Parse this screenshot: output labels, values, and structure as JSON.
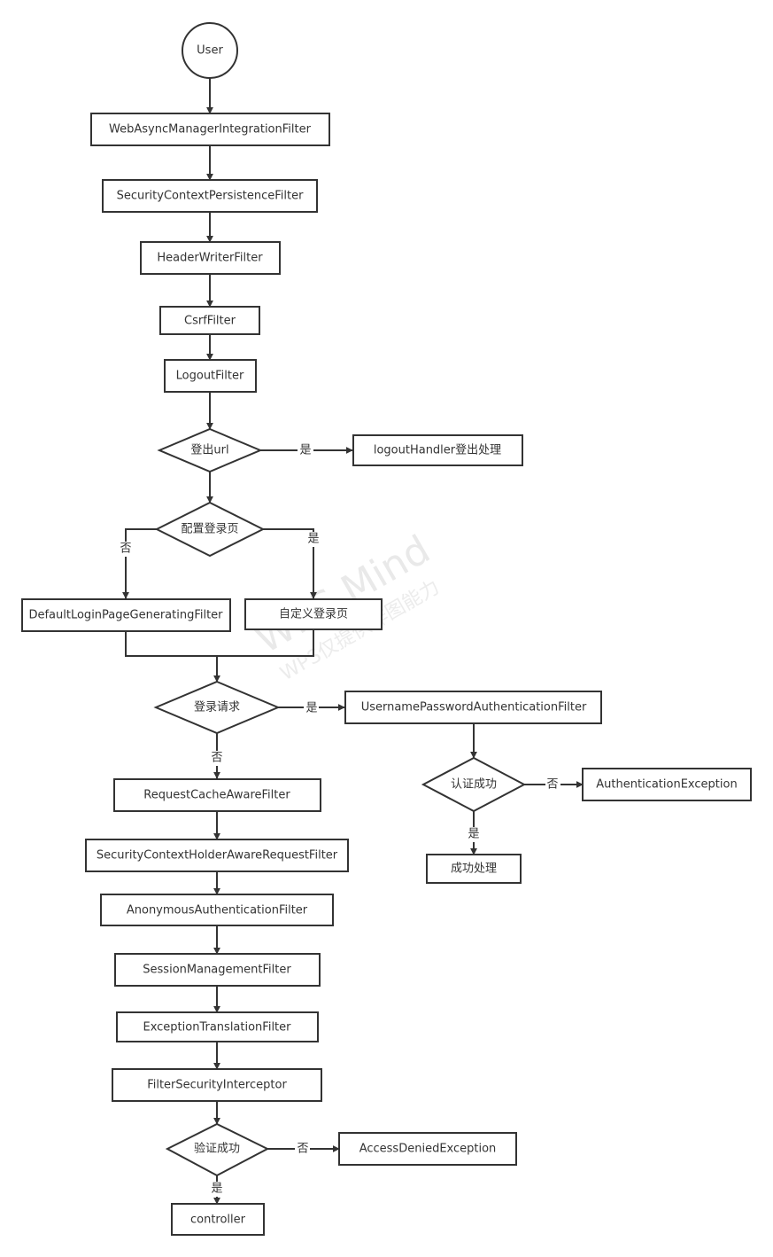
{
  "colors": {
    "stroke": "#333333",
    "text": "#333333",
    "watermark": "#e9e9e9",
    "background": "#ffffff"
  },
  "watermark": {
    "logo": "WPS Mind",
    "line2": "WPS仅提供作图能力"
  },
  "nodes": {
    "user": "User",
    "web_async": "WebAsyncManagerIntegrationFilter",
    "sec_ctx_persist": "SecurityContextPersistenceFilter",
    "header_writer": "HeaderWriterFilter",
    "csrf": "CsrfFilter",
    "logout": "LogoutFilter",
    "logout_url": "登出url",
    "logout_handler": "logoutHandler登出处理",
    "config_login_page": "配置登录页",
    "default_login_page": "DefaultLoginPageGeneratingFilter",
    "custom_login_page": "自定义登录页",
    "login_request": "登录请求",
    "username_password": "UsernamePasswordAuthenticationFilter",
    "auth_success_q": "认证成功",
    "auth_exception": "AuthenticationException",
    "success_handle": "成功处理",
    "request_cache": "RequestCacheAwareFilter",
    "sec_ctx_holder": "SecurityContextHolderAwareRequestFilter",
    "anonymous": "AnonymousAuthenticationFilter",
    "session_mgmt": "SessionManagementFilter",
    "exception_translation": "ExceptionTranslationFilter",
    "filter_security": "FilterSecurityInterceptor",
    "verify_success_q": "验证成功",
    "access_denied": "AccessDeniedException",
    "controller": "controller"
  },
  "edge_labels": {
    "logout_yes": "是",
    "config_no": "否",
    "config_yes": "是",
    "login_yes": "是",
    "login_no": "否",
    "auth_no": "否",
    "auth_yes": "是",
    "verify_no": "否",
    "verify_yes": "是"
  }
}
